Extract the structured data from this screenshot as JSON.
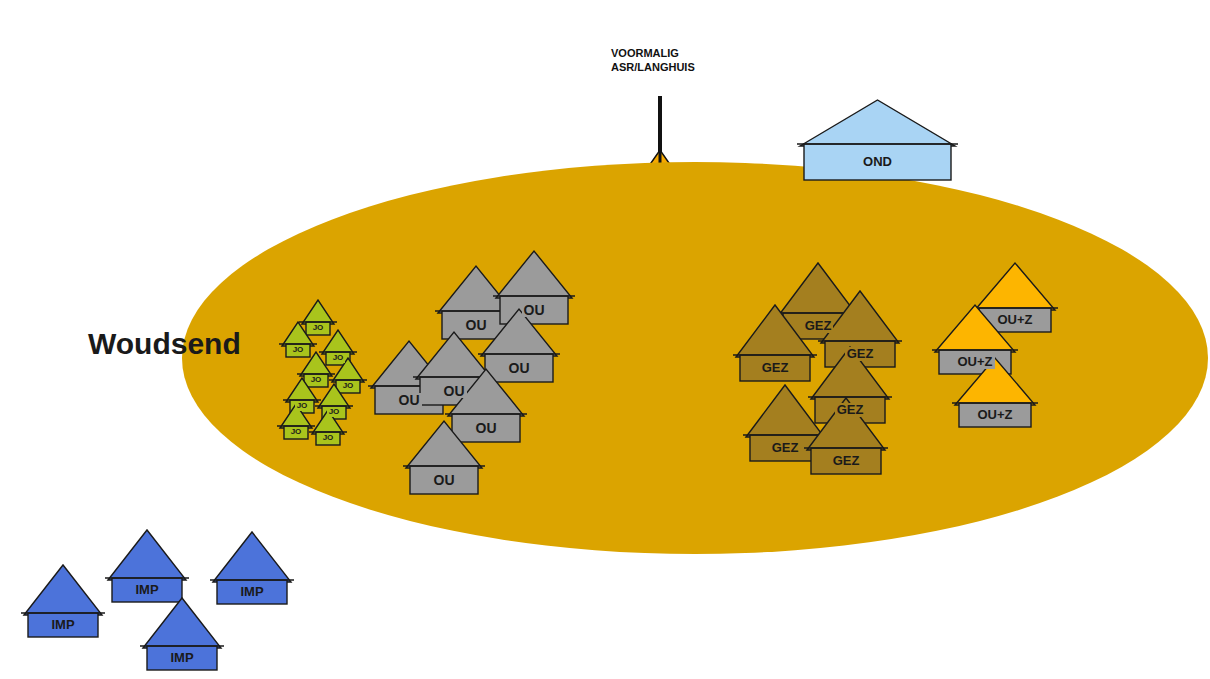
{
  "diagram": {
    "nodes": [
      {
        "text": [
          "Woudsend"
        ]
      },
      {
        "text": [
          "OND"
        ]
      },
      {
        "text": [
          "JO"
        ],
        "in": 0
      },
      {
        "text": [
          "JO"
        ],
        "in": 0
      },
      {
        "text": [
          "JO"
        ],
        "in": 0
      },
      {
        "text": [
          "JO"
        ],
        "in": 0
      },
      {
        "text": [
          "JO"
        ],
        "in": 0
      },
      {
        "text": [
          "JO"
        ],
        "in": 0
      },
      {
        "text": [
          "JO"
        ],
        "in": 0
      },
      {
        "text": [
          "JO"
        ],
        "in": 0
      },
      {
        "text": [
          "JO"
        ],
        "in": 0
      },
      {
        "text": [
          "OU"
        ],
        "in": 0
      },
      {
        "text": [
          "OU"
        ],
        "in": 0
      },
      {
        "text": [
          "OU"
        ],
        "in": 0
      },
      {
        "text": [
          "OU"
        ],
        "in": 0
      },
      {
        "text": [
          "OU"
        ],
        "in": 0
      },
      {
        "text": [
          "OU"
        ],
        "in": 0
      },
      {
        "text": [
          "OU"
        ],
        "in": 0
      },
      {
        "text": [
          "GEZ"
        ],
        "in": 0
      },
      {
        "text": [
          "GEZ"
        ],
        "in": 0
      },
      {
        "text": [
          "GEZ"
        ],
        "in": 0
      },
      {
        "text": [
          "GEZ"
        ],
        "in": 0
      },
      {
        "text": [
          "GEZ"
        ],
        "in": 0
      },
      {
        "text": [
          "GEZ"
        ],
        "in": 0
      },
      {
        "text": [
          "OU+Z"
        ],
        "in": 0
      },
      {
        "text": [
          "OU+Z"
        ],
        "in": 0
      },
      {
        "text": [
          "OU+Z"
        ],
        "in": 0
      },
      {
        "text": [
          "IMP"
        ]
      },
      {
        "text": [
          "IMP"
        ]
      },
      {
        "text": [
          "IMP"
        ]
      },
      {
        "text": [
          "IMP"
        ]
      }
    ],
    "edges": [],
    "labels": [
      "VOORMALIG ASR/LANGHUIS"
    ]
  }
}
